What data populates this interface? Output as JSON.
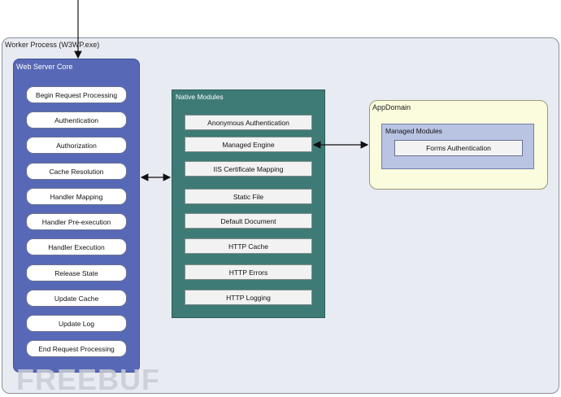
{
  "worker_process": {
    "title": "Worker Process (W3WP.exe)"
  },
  "web_server_core": {
    "title": "Web Server Core",
    "steps": [
      "Begin Request Processing",
      "Authentication",
      "Authorization",
      "Cache Resolution",
      "Handler Mapping",
      "Handler Pre-execution",
      "Handler Execution",
      "Release State",
      "Update Cache",
      "Update Log",
      "End Request Processing"
    ]
  },
  "native_modules": {
    "title": "Native Modules",
    "modules": [
      "Anonymous Authentication",
      "Managed Engine",
      "IIS Certificate Mapping",
      "Static File",
      "Default Document",
      "HTTP Cache",
      "HTTP Errors",
      "HTTP Logging"
    ]
  },
  "app_domain": {
    "title": "AppDomain",
    "managed_modules": {
      "title": "Managed Modules",
      "modules": [
        "Forms Authentication"
      ]
    }
  },
  "watermark": "FREEBUF"
}
